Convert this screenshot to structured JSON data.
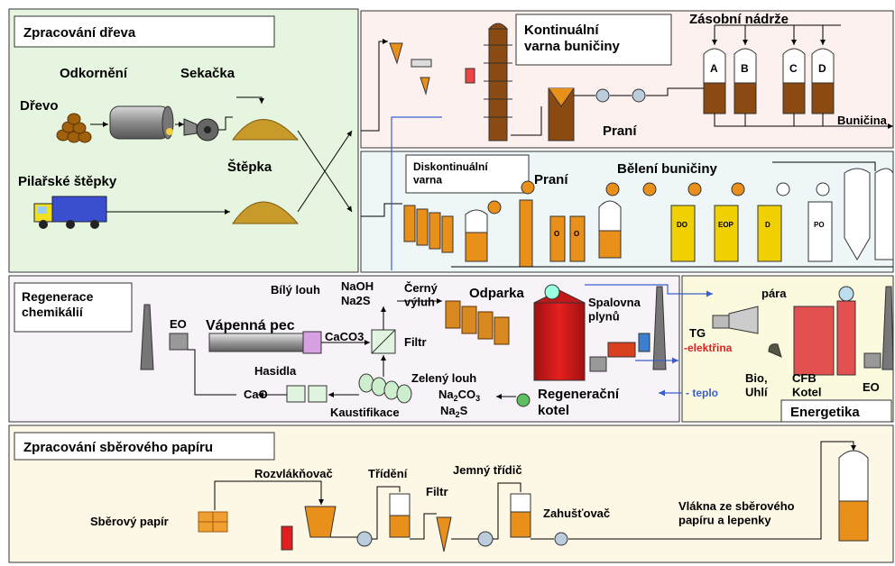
{
  "sections": {
    "wood": "Zpracování dřeva",
    "pulping": "Kontinuální\nvarna buničiny",
    "batch": "Diskontinuální\nvarna",
    "chem": "Regenerace\nchemikálií",
    "energy": "Energetika",
    "paper": "Zpracování sběrového  papíru"
  },
  "labels": {
    "odkorneni": "Odkornění",
    "sekacka": "Sekačka",
    "drevo": "Dřevo",
    "stepka": "Štěpka",
    "pilarske": "Pilařské štěpky",
    "zasobni": "Zásobní nádrže",
    "tank_a": "A",
    "tank_b": "B",
    "tank_c": "C",
    "tank_d": "D",
    "prani_top": "Praní",
    "bunicina": "Buničina",
    "prani_mid": "Praní",
    "beleni": "Bělení buničiny",
    "stage_o1": "O",
    "stage_o2": "O",
    "stage_do": "DO",
    "stage_eop": "EOP",
    "stage_d": "D",
    "stage_po": "PO",
    "bily_louh": "Bílý louh",
    "naoh": "NaOH",
    "na2s": "Na2S",
    "cerny": "Černý\nvýluh",
    "odparka": "Odparka",
    "spalovna": "Spalovna\nplynů",
    "eo_left": "EO",
    "vapenna": "Vápenná pec",
    "caco3": "CaCO3",
    "filtr": "Filtr",
    "hasidla": "Hasidla",
    "cao": "CaO",
    "kaustifikace": "Kaustifikace",
    "zeleny": "Zelený louh",
    "na2co3_base": "Na",
    "na2co3_sub": "2",
    "na2co3_rest": "CO",
    "na2co3_sub2": "3",
    "na2s2_base": "Na",
    "na2s2_sub": "2",
    "na2s2_rest": "S",
    "regen": "Regenerační\nkotel",
    "tg": "TG",
    "elektrina": "-elektřina",
    "teplo": "- teplo",
    "para": "pára",
    "bio": "Bio,\nUhlí",
    "cfb": "CFB\nKotel",
    "eo_right": "EO",
    "rozvlaknovac": "Rozvlákňovač",
    "trideni": "Třídění",
    "filtr2": "Filtr",
    "jemny": "Jemný třídič",
    "sberovy": "Sběrový papír",
    "zahustovac": "Zahušťovač",
    "vlakna": "Vlákna ze sběrového\npapíru a lepenky"
  },
  "colors": {
    "wood_bg": "#e6f5df",
    "pulp_bg": "#fdf1ef",
    "bleach_bg": "#eef6f8",
    "chem_bg": "#f8f3f9",
    "energy_bg": "#fbfadf",
    "paper_bg": "#fdf8e6",
    "pulp_brown": "#8a4a12",
    "orange": "#e8901a",
    "chip": "#c89a2a"
  }
}
